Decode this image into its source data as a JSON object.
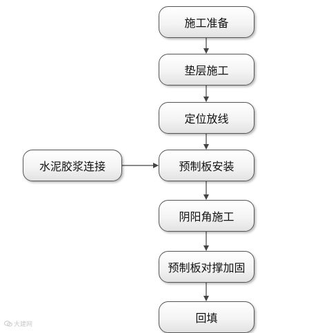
{
  "flowchart": {
    "steps": [
      "施工准备",
      "垫层施工",
      "定位放线",
      "预制板安装",
      "阴阳角施工",
      "预制板对撑加固",
      "回填"
    ],
    "side_input": "水泥胶浆连接"
  },
  "watermark": "大建网",
  "icons": [
    "wechat-logo-icon"
  ],
  "colors": {
    "node_border": "#555555",
    "arrow": "#444444",
    "text": "#111111"
  }
}
